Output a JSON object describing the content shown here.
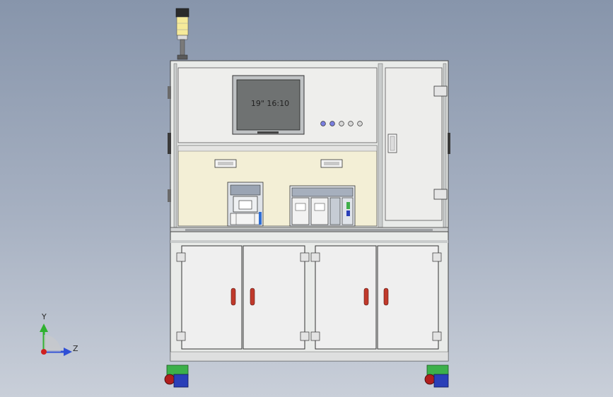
{
  "viewport": {
    "background_top": "#8795ab",
    "background_bottom": "#c9cfd9"
  },
  "machine": {
    "monitor": {
      "screen_text": "19\" 16:10",
      "screen_color": "#6f7272",
      "bezel_color": "#bfc2c4"
    },
    "frame_color": "#e9ebe9",
    "panel_color": "#eeeeec",
    "inner_bay_color": "#f3efd6",
    "door_color": "#efefef",
    "handle_color": "#c0392b",
    "caster_colors": {
      "bracket": "#3cb04a",
      "wheel": "#2a3fb8",
      "hub": "#b01e1e"
    },
    "signal_tower": {
      "lamp_color": "#f6ea9a",
      "base_color": "#2b2b2b"
    },
    "buttons": [
      "#7a7fe0",
      "#7a7fe0",
      "#d8d8d8",
      "#d8d8d8",
      "#d8d8d8"
    ]
  },
  "triad": {
    "y_label": "Y",
    "z_label": "Z",
    "y_color": "#2fb12f",
    "z_color": "#2f4fd6",
    "origin_color": "#d02020"
  }
}
